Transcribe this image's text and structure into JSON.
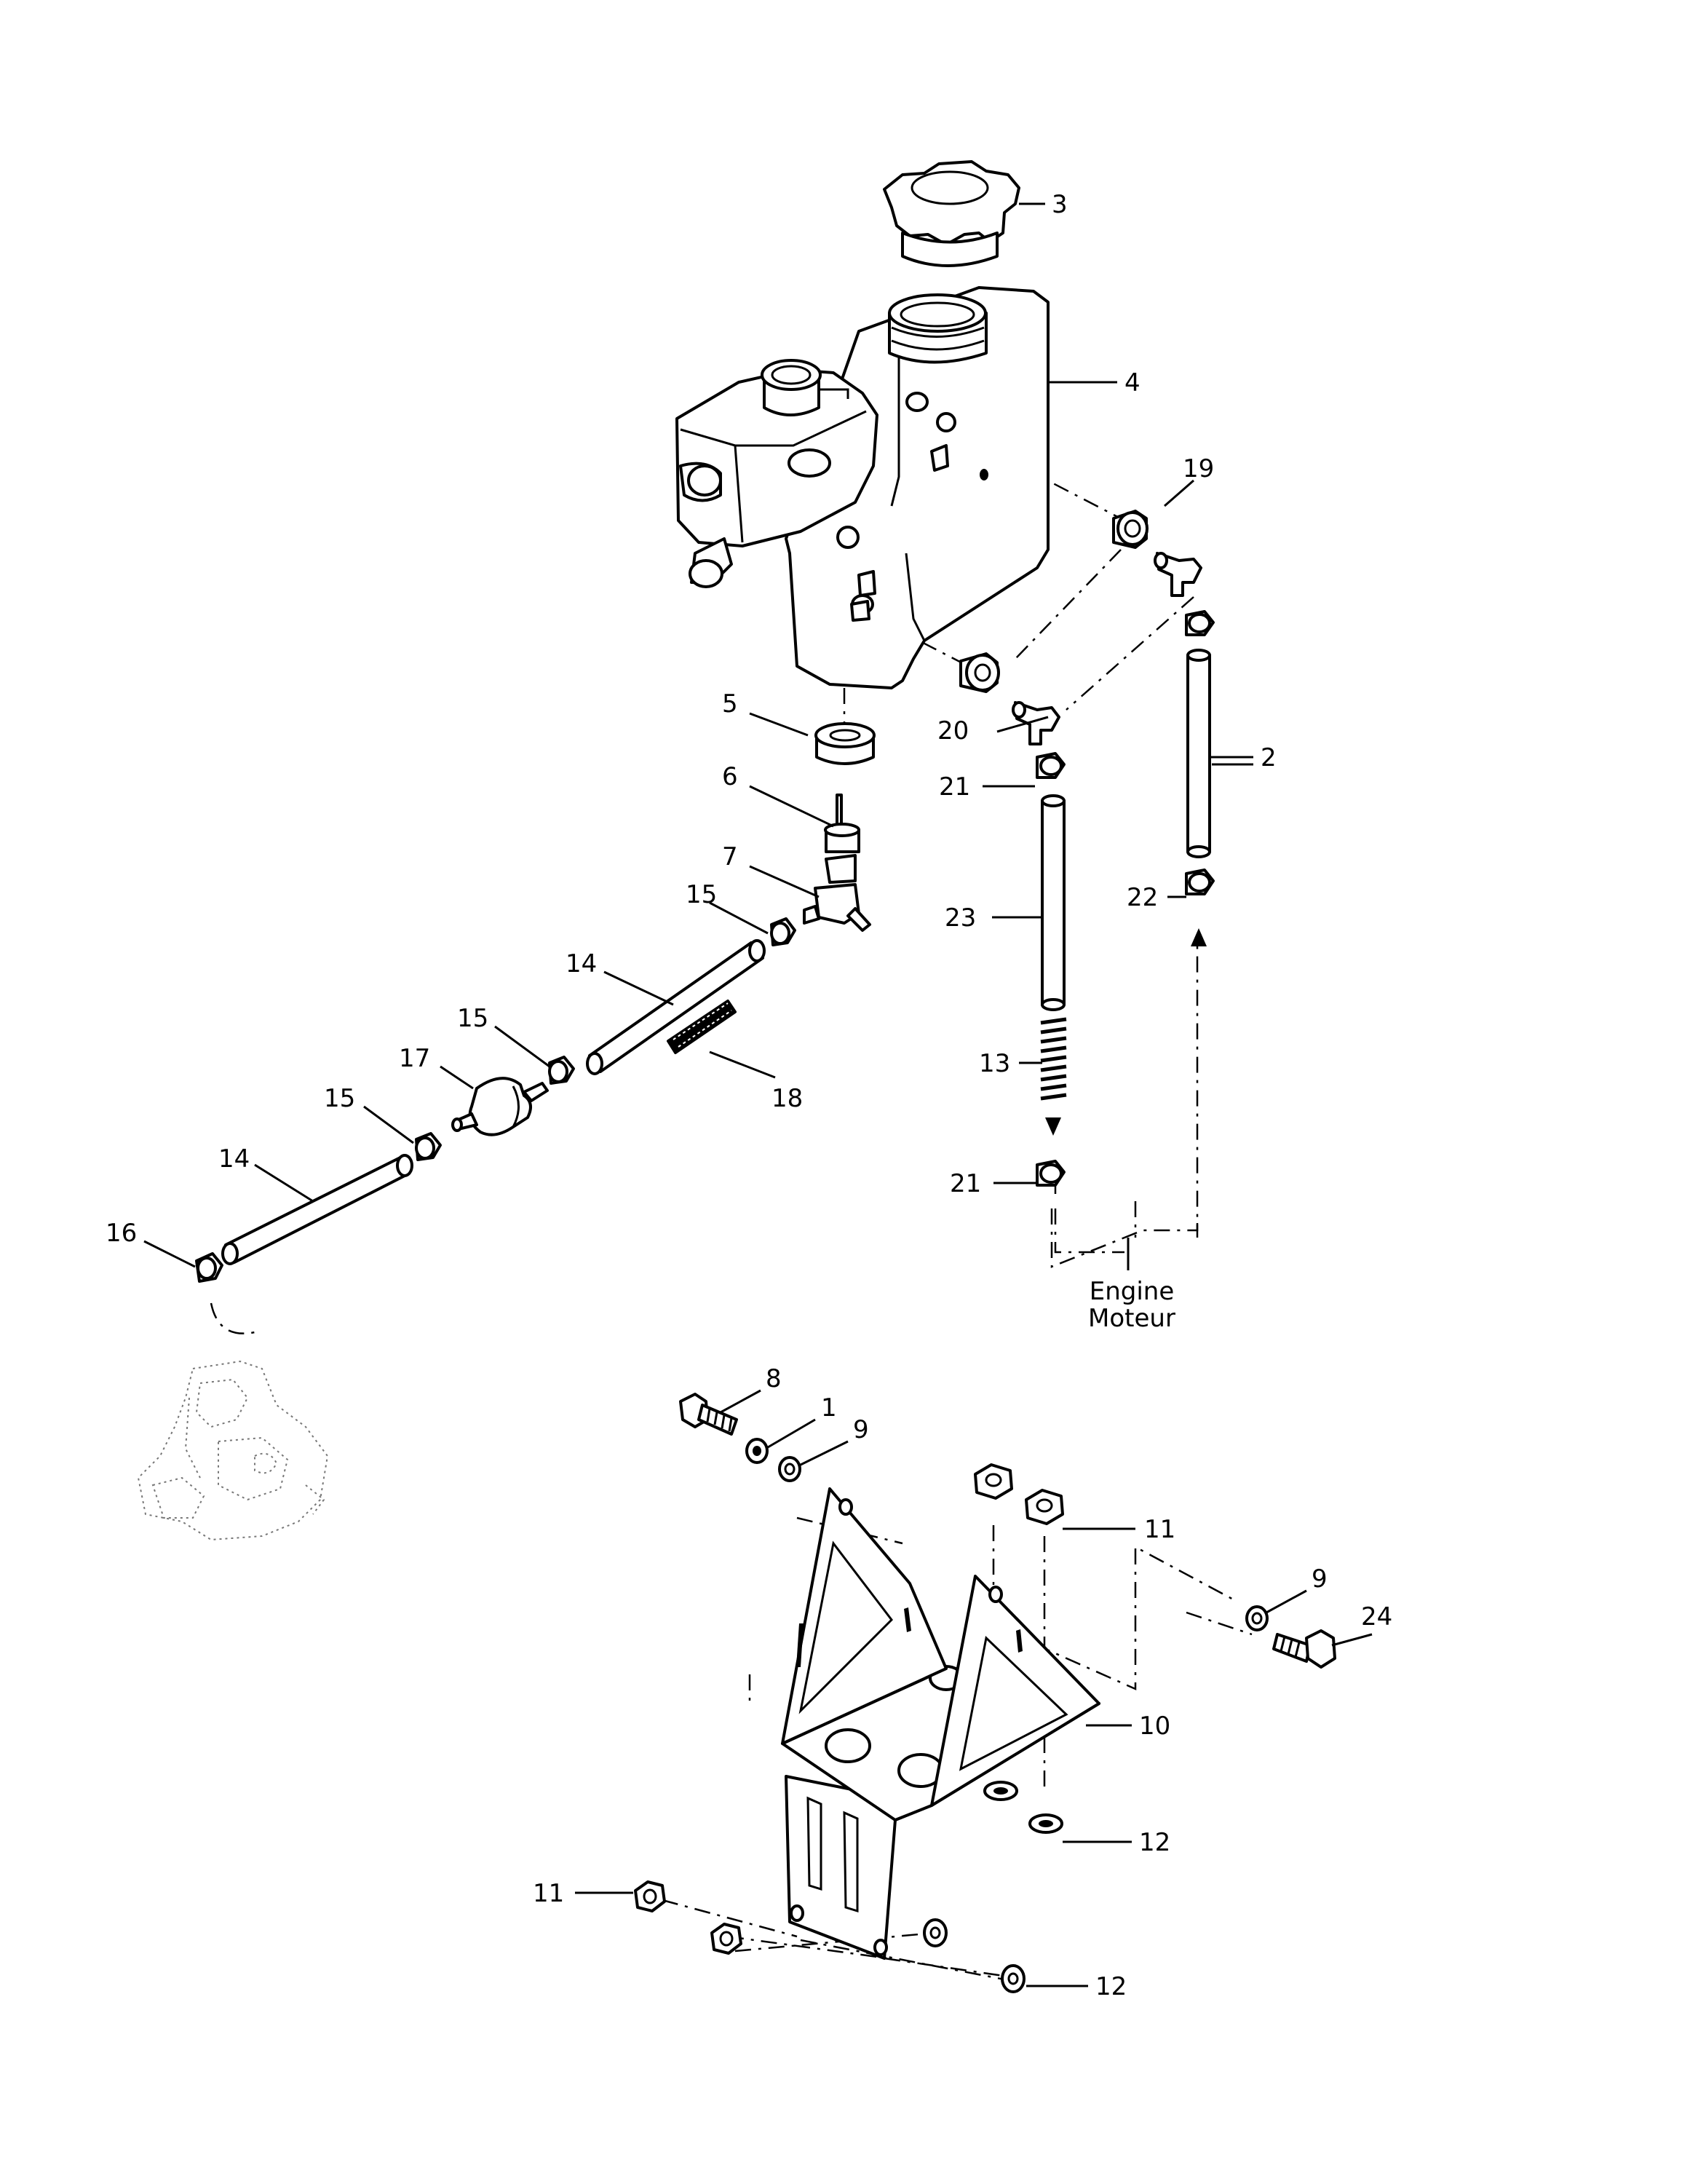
{
  "callouts": {
    "c1": "1",
    "c2": "2",
    "c3": "3",
    "c4": "4",
    "c5": "5",
    "c6": "6",
    "c7": "7",
    "c8": "8",
    "c9a": "9",
    "c9b": "9",
    "c10": "10",
    "c11a": "11",
    "c11b": "11",
    "c12a": "12",
    "c12b": "12",
    "c13": "13",
    "c14a": "14",
    "c14b": "14",
    "c15a": "15",
    "c15b": "15",
    "c15c": "15",
    "c16": "16",
    "c17": "17",
    "c18": "18",
    "c19": "19",
    "c20": "20",
    "c21a": "21",
    "c21b": "21",
    "c22": "22",
    "c23": "23",
    "c24": "24"
  },
  "engine_note": {
    "line1": "Engine",
    "line2": "Moteur"
  }
}
